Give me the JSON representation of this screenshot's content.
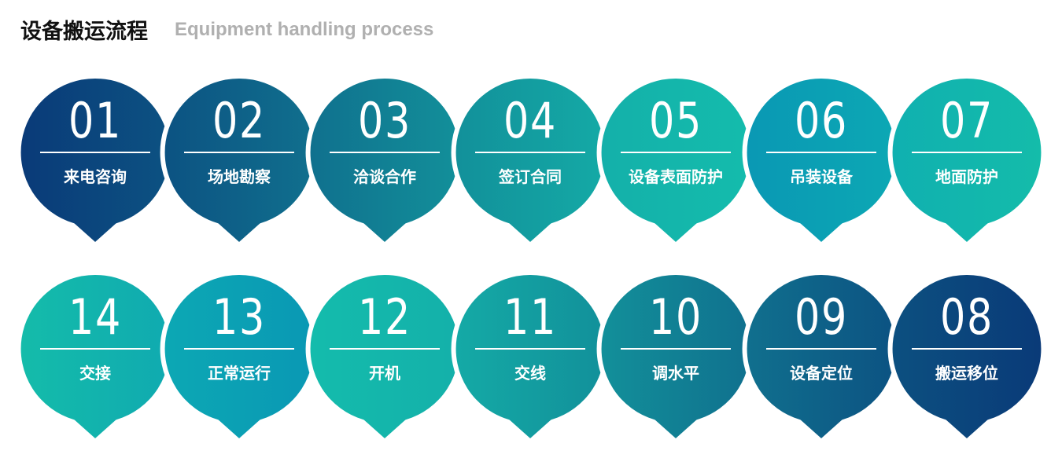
{
  "header": {
    "title": "设备搬运流程",
    "subtitle": "Equipment handling process"
  },
  "rows": [
    [
      {
        "num": "01",
        "label": "来电咨询",
        "from": "#0a3a78",
        "to": "#0c5282"
      },
      {
        "num": "02",
        "label": "场地勘察",
        "from": "#0c5282",
        "to": "#10708e"
      },
      {
        "num": "03",
        "label": "洽谈合作",
        "from": "#10708e",
        "to": "#12909a"
      },
      {
        "num": "04",
        "label": "签订合同",
        "from": "#12909a",
        "to": "#14aaa6"
      },
      {
        "num": "05",
        "label": "设备表面防护",
        "from": "#14b0aa",
        "to": "#14bcac"
      },
      {
        "num": "06",
        "label": "吊装设备",
        "from": "#0a98b4",
        "to": "#0ca8b4"
      },
      {
        "num": "07",
        "label": "地面防护",
        "from": "#10b0b0",
        "to": "#14bcaa"
      }
    ],
    [
      {
        "num": "14",
        "label": "交接",
        "from": "#14bcaa",
        "to": "#10aab0"
      },
      {
        "num": "13",
        "label": "正常运行",
        "from": "#0ca8b4",
        "to": "#0a98b4"
      },
      {
        "num": "12",
        "label": "开机",
        "from": "#14bcac",
        "to": "#14b0aa"
      },
      {
        "num": "11",
        "label": "交线",
        "from": "#14aaa6",
        "to": "#12909a"
      },
      {
        "num": "10",
        "label": "调水平",
        "from": "#12909a",
        "to": "#10708e"
      },
      {
        "num": "09",
        "label": "设备定位",
        "from": "#10708e",
        "to": "#0c5282"
      },
      {
        "num": "08",
        "label": "搬运移位",
        "from": "#0c5080",
        "to": "#0a3a78"
      }
    ]
  ]
}
